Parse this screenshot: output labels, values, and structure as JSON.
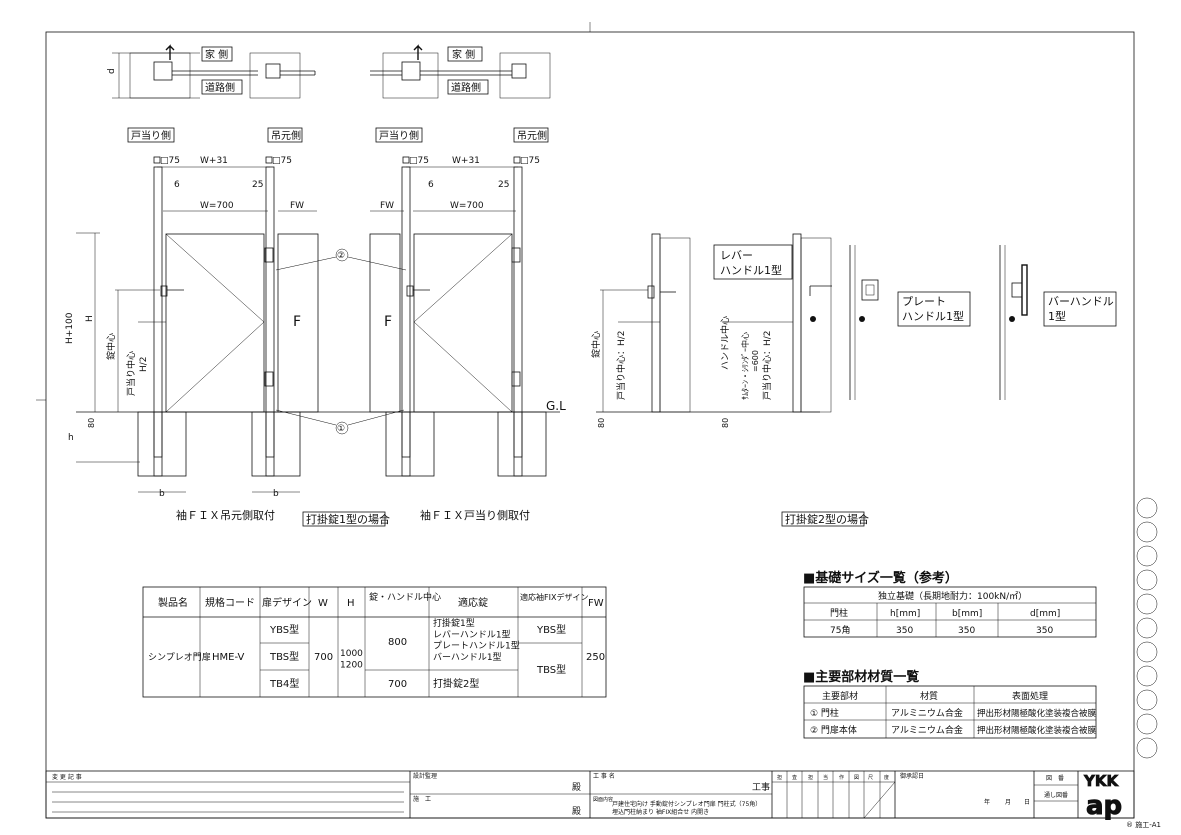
{
  "plan": {
    "d_label": "d",
    "house_side": "家 側",
    "road_side": "道路側"
  },
  "elev_left": {
    "door_stop_side": "戸当り側",
    "hinge_side": "吊元側",
    "post_left": "□75",
    "post_right": "□75",
    "w31": "W+31",
    "dim6": "6",
    "dim25": "25",
    "w700": "W=700",
    "fw": "FW",
    "f": "F",
    "h100": "H+100",
    "h": "H",
    "lock_center": "錠中心",
    "door_stop_center": "戸当り中心",
    "h2": "H/2",
    "dim80": "80",
    "dim_h": "h",
    "b1": "b",
    "b2": "b",
    "caption": "袖ＦＩＸ吊元側取付"
  },
  "elev_right": {
    "door_stop_side": "戸当り側",
    "hinge_side": "吊元側",
    "post_left": "□75",
    "post_right": "□75",
    "w31": "W+31",
    "dim6": "6",
    "dim25": "25",
    "fw": "FW",
    "w700": "W=700",
    "f": "F",
    "caption": "袖ＦＩＸ戸当り側取付"
  },
  "callouts": {
    "c1": "①",
    "c2": "②"
  },
  "gl": "G.L",
  "caption_type1": "打掛錠1型の場合",
  "detail": {
    "lock_center": "錠中心",
    "door_stop_center_h2": "戸当り中心：H/2",
    "dim80a": "80",
    "handle_center": "ハンドル中心",
    "cylinder_center": "ｻﾑﾀｰﾝ・ｼﾘﾝﾀﾞｰ中心",
    "eq600": "=600",
    "door_stop_center_h2b": "戸当り中心：H/2",
    "dim80b": "80",
    "lever_label_1": "レバー",
    "lever_label_2": "ハンドル1型",
    "plate_label_1": "プレート",
    "plate_label_2": "ハンドル1型",
    "bar_label_1": "バーハンドル",
    "bar_label_2": "1型",
    "caption_type2": "打掛錠2型の場合"
  },
  "spec_table": {
    "headers": [
      "製品名",
      "規格コード",
      "扉デザイン",
      "W",
      "H",
      "錠・ハンドル中心",
      "適応錠",
      "適応袖FIXデザイン",
      "FW"
    ],
    "product_name": "シンプレオ門扉",
    "code": "HME-V",
    "designs": [
      "YBS型",
      "TBS型",
      "TB4型"
    ],
    "w": "700",
    "h": "1000\n1200",
    "center_800": "800",
    "center_700": "700",
    "locks_800": "打掛錠1型\nレバーハンドル1型\nプレートハンドル1型\nバーハンドル1型",
    "locks_700": "打掛錠2型",
    "fix_ybs": "YBS型",
    "fix_tbs": "TBS型",
    "fw": "250"
  },
  "foundation": {
    "title": "■基礎サイズ一覧（参考）",
    "subheader": "独立基礎（長期地耐力：100kN/㎡）",
    "headers": [
      "門柱",
      "h[mm]",
      "b[mm]",
      "d[mm]"
    ],
    "row": [
      "75角",
      "350",
      "350",
      "350"
    ]
  },
  "materials": {
    "title": "■主要部材材質一覧",
    "headers": [
      "主要部材",
      "材質",
      "表面処理"
    ],
    "rows": [
      [
        "①  門柱",
        "アルミニウム合金",
        "押出形材陽極酸化塗装複合被膜"
      ],
      [
        "②  門扉本体",
        "アルミニウム合金",
        "押出形材陽極酸化塗装複合被膜"
      ]
    ]
  },
  "title_block": {
    "revision": "変 更 記 事",
    "design_supervisor": "設計監理",
    "dono1": "殿",
    "contractor": "施　工",
    "dono2": "殿",
    "project_label": "工 事 名",
    "project": "工事",
    "drawing_content_label": "図面内容",
    "content_line1": "戸建住宅向け 手動錠付シンプレオ門扉 門柱式（75角）",
    "content_line2": "埋込門柱納まり 袖FIX組合せ 内開き",
    "approval": [
      "担",
      "査",
      "担",
      "当",
      "作",
      "図",
      "尺",
      "度"
    ],
    "approval_date": "御承認日",
    "year": "年",
    "month": "月",
    "day": "日",
    "drawing_no_label": "図　番",
    "serial_label": "通し図番",
    "logo_top": "YKK",
    "logo_bottom": "ap",
    "sheet": "® 施工-A1"
  }
}
